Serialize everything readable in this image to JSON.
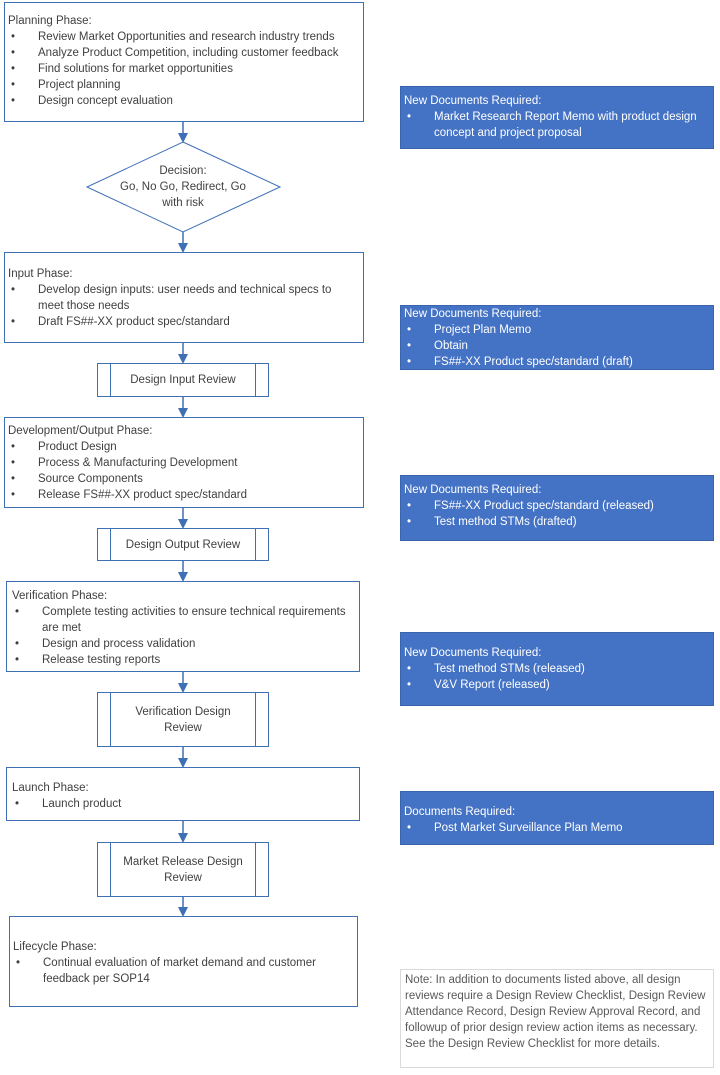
{
  "planning": {
    "title": "Planning Phase:",
    "items": [
      "Review Market Opportunities and research industry trends",
      "Analyze Product Competition, including customer feedback",
      "Find solutions for market opportunities",
      "Project planning",
      "Design concept evaluation"
    ]
  },
  "decision": {
    "line1": "Decision:",
    "line2": "Go, No Go, Redirect, Go",
    "line3": "with risk"
  },
  "input": {
    "title": "Input Phase:",
    "items": [
      "Develop design inputs: user needs and technical specs to meet those needs",
      "Draft FS##-XX product spec/standard"
    ]
  },
  "design_input_review": "Design Input Review",
  "development": {
    "title": "Development/Output Phase:",
    "items": [
      "Product Design",
      "Process & Manufacturing Development",
      "Source Components",
      "Release FS##-XX product spec/standard"
    ]
  },
  "design_output_review": "Design Output Review",
  "verification": {
    "title": "Verification Phase:",
    "items": [
      "Complete testing activities to ensure technical requirements are met",
      "Design and process validation",
      "Release testing reports"
    ]
  },
  "verification_review": "Verification Design Review",
  "launch": {
    "title": "Launch Phase:",
    "items": [
      "Launch product"
    ]
  },
  "market_release_review": "Market Release Design Review",
  "lifecycle": {
    "title": "Lifecycle Phase:",
    "items": [
      "Continual evaluation of market demand and customer feedback per SOP14"
    ]
  },
  "docs": [
    {
      "title": "New Documents Required:",
      "items": [
        "Market Research Report Memo with product design concept and project proposal"
      ]
    },
    {
      "title": "New Documents Required:",
      "items": [
        "Project Plan Memo",
        "Obtain",
        "FS##-XX Product spec/standard (draft)"
      ]
    },
    {
      "title": "New Documents Required:",
      "items": [
        "FS##-XX Product spec/standard (released)",
        "Test method STMs (drafted)"
      ]
    },
    {
      "title": "New Documents Required:",
      "items": [
        "Test method STMs (released)",
        "V&V Report (released)"
      ]
    },
    {
      "title": "Documents Required:",
      "items": [
        "Post Market Surveillance Plan Memo"
      ]
    }
  ],
  "note": "Note: In addition to documents listed above, all design reviews require a Design Review Checklist, Design Review Attendance Record, Design Review Approval Record, and followup of prior design review action items as necessary. See the Design Review Checklist for more details.",
  "colors": {
    "accent_blue": "#4472c4",
    "line_blue": "#3f6fb5",
    "text": "#404040"
  }
}
